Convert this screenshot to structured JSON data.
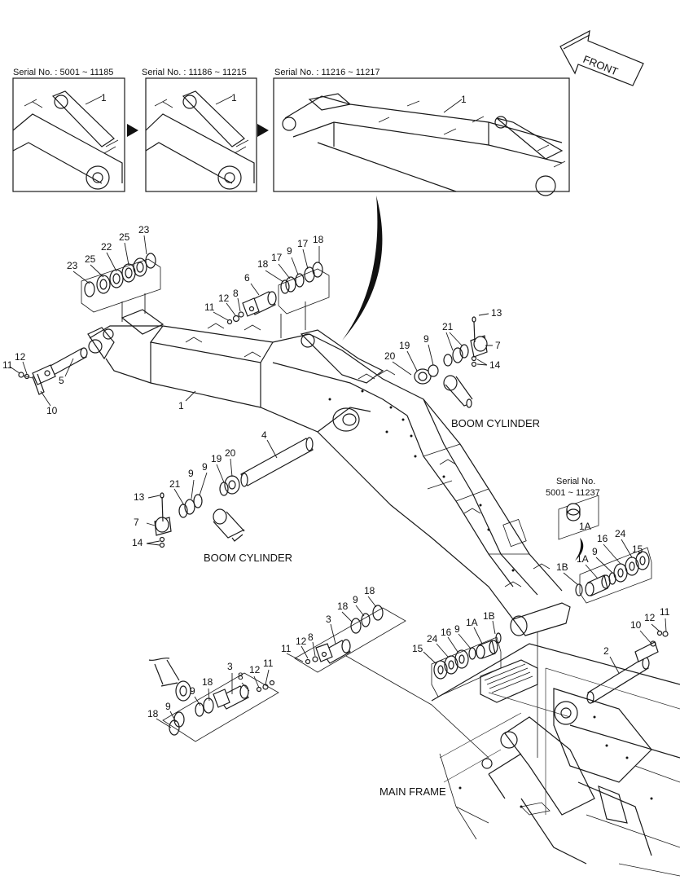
{
  "direction_arrow": {
    "label": "FRONT",
    "icon": "front-direction-arrow-icon"
  },
  "insets": [
    {
      "serial": "Serial No. : 5001 ~ 11185",
      "callout": "1"
    },
    {
      "serial": "Serial No. : 11186 ~ 11215",
      "callout": "1"
    },
    {
      "serial": "Serial No. : 11216 ~ 11217",
      "callout": "1"
    }
  ],
  "labels": {
    "boom_cylinder_right": "BOOM CYLINDER",
    "boom_cylinder_left": "BOOM CYLINDER",
    "main_frame": "MAIN FRAME",
    "serial_note_line1": "Serial No.",
    "serial_note_line2": "5001 ~ 11237"
  },
  "callouts": {
    "c23a": "23",
    "c25a": "25",
    "c22": "22",
    "c25b": "25",
    "c23b": "23",
    "c18a": "18",
    "c17a": "17",
    "c9a": "9",
    "c17b": "17",
    "c18b": "18",
    "c6": "6",
    "c8a": "8",
    "c12a": "12",
    "c11a": "11",
    "c11b": "11",
    "c12b": "12",
    "c5": "5",
    "c10a": "10",
    "c1": "1",
    "c13a": "13",
    "c21a": "21",
    "c9b": "9",
    "c19a": "19",
    "c20a": "20",
    "c7a": "7",
    "c14a": "14",
    "c4": "4",
    "c20b": "20",
    "c19b": "19",
    "c9c": "9",
    "c21b": "21",
    "c13b": "13",
    "c7b": "7",
    "c14b": "14",
    "c1a_note": "1A",
    "c15a": "15",
    "c24a": "24",
    "c16a": "16",
    "c9d": "9",
    "c1a_a": "1A",
    "c1b_a": "1B",
    "c15b": "15",
    "c24b": "24",
    "c16b": "16",
    "c9e": "9",
    "c1a_b": "1A",
    "c1b_b": "1B",
    "c18c": "18",
    "c9f": "9",
    "c18d": "18",
    "c3a": "3",
    "c8b": "8",
    "c12c": "12",
    "c11c": "11",
    "c3b": "3",
    "c8c": "8",
    "c12d": "12",
    "c11d": "11",
    "c9g": "9",
    "c18e": "18",
    "c9h": "9",
    "c18f": "18",
    "c2": "2",
    "c10b": "10",
    "c12e": "12",
    "c11e": "11"
  }
}
